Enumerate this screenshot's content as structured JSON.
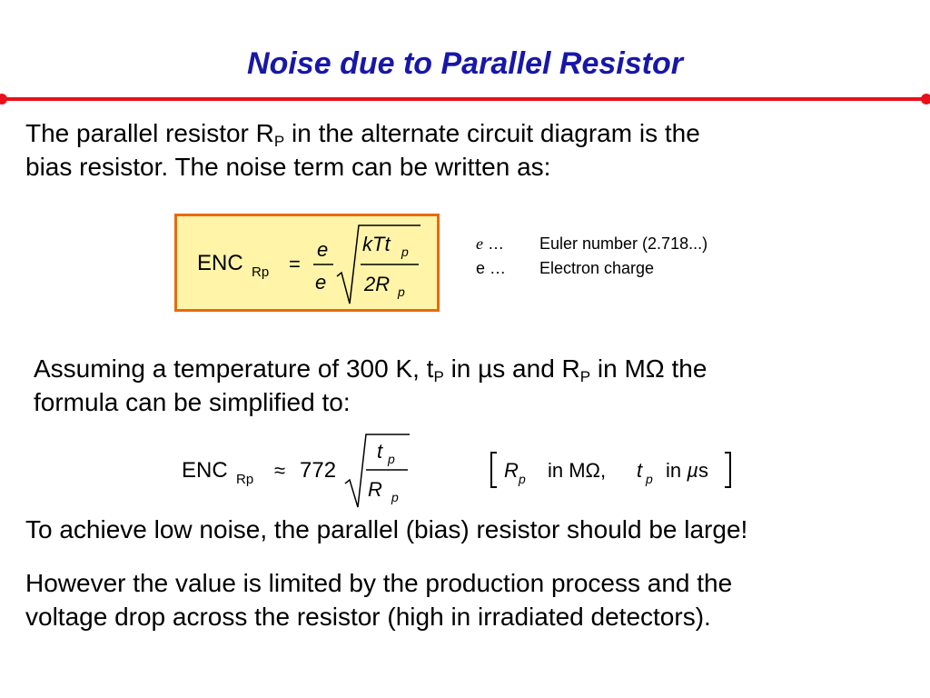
{
  "title": "Noise due to Parallel Resistor",
  "colors": {
    "title": "#1717a8",
    "rule": "#e8101a",
    "box_fill": "#fff4a8",
    "box_border": "#e86a10"
  },
  "intro": {
    "line1_a": "The parallel resistor R",
    "line1_sub": "P",
    "line1_b": " in the alternate circuit diagram is the",
    "line2": "bias resistor. The noise term can be written as:"
  },
  "formula1": {
    "lhs": "ENC",
    "lhs_sub": "Rp",
    "eq": "=",
    "frac_num": "e",
    "frac_den": "e",
    "sqrt_num_a": "kTt",
    "sqrt_num_sub": "p",
    "sqrt_den_a": "2R",
    "sqrt_den_sub": "p"
  },
  "legend": [
    {
      "symbol": "e",
      "dots": "…",
      "text": "Euler number (2.718...)"
    },
    {
      "symbol": "e",
      "dots": "…",
      "text": "Electron charge"
    }
  ],
  "assume": {
    "line1_a": "Assuming a temperature of 300 K, t",
    "line1_sub1": "P",
    "line1_b": " in µs and R",
    "line1_sub2": "P",
    "line1_c": " in MΩ the",
    "line2": "formula can be simplified to:"
  },
  "formula2": {
    "lhs": "ENC",
    "lhs_sub": "Rp",
    "approx": "≈",
    "coef": "772",
    "num": "t",
    "num_sub": "p",
    "den": "R",
    "den_sub": "p",
    "units_r": "R",
    "units_r_sub": "p",
    "units_r_unit": "in MΩ,",
    "units_t": "t",
    "units_t_sub": "p",
    "units_t_unit_a": "in ",
    "units_t_unit_mu": "µ",
    "units_t_unit_b": "s"
  },
  "conclusion1": "To achieve low noise, the parallel (bias) resistor should be large!",
  "conclusion2_line1": "However the value is limited by the production process and the",
  "conclusion2_line2": "voltage drop across the resistor (high in irradiated detectors)."
}
